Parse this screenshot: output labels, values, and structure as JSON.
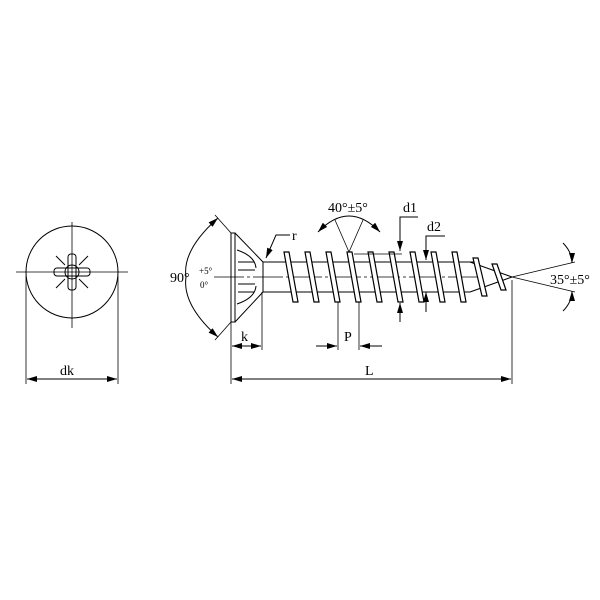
{
  "title": "Countersunk Phillips chipboard screw drawing",
  "labels": {
    "dk": "dk",
    "k": "k",
    "L": "L",
    "P": "P",
    "r": "r",
    "d1": "d1",
    "d2": "d2",
    "thread_angle": "40°±5°",
    "head_angle": "90°",
    "head_angle_tol_plus": "+5°",
    "head_angle_tol_minus": "0°",
    "tip_angle": "35°±5°"
  },
  "colors": {
    "line": "#000000",
    "background": "#ffffff"
  }
}
